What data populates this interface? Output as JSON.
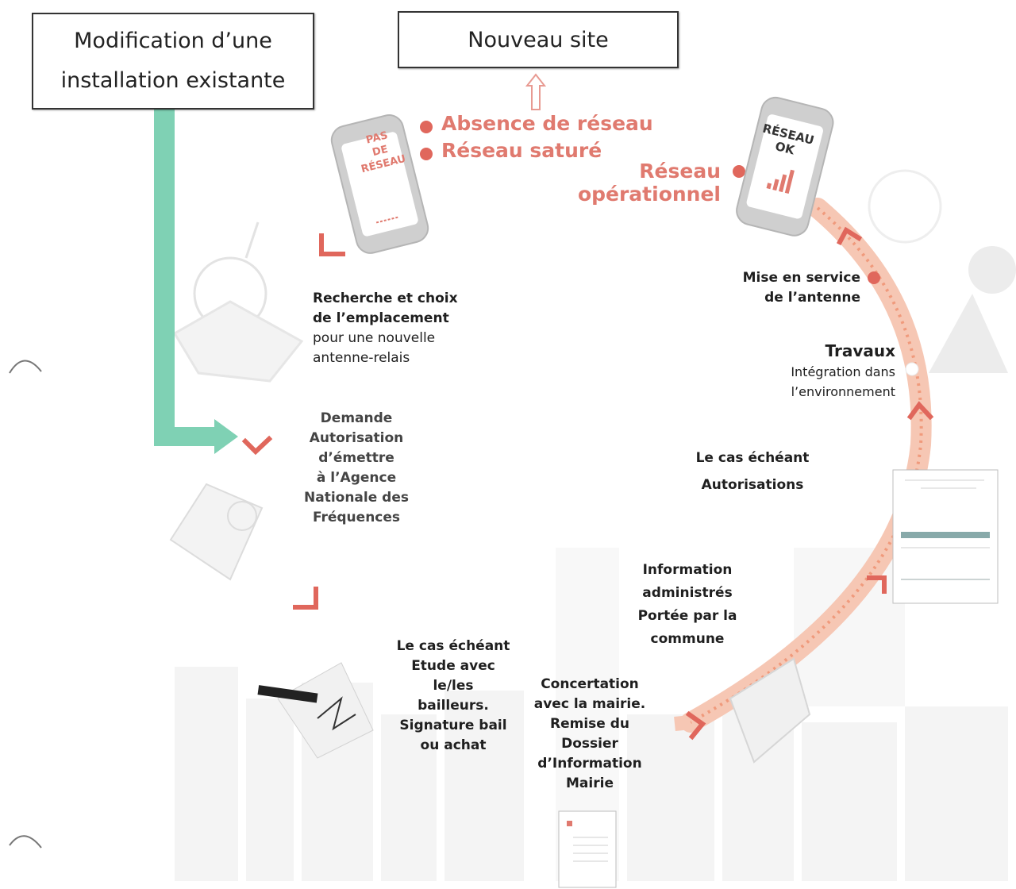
{
  "boxes": {
    "existing_line1": "Modification d’une",
    "existing_line2": "installation existante",
    "new_site": "Nouveau site"
  },
  "status": {
    "no_network": "Absence de réseau",
    "saturated": "Réseau saturé",
    "operational_line1": "Réseau",
    "operational_line2": "opérationnel"
  },
  "phones": {
    "left_line1": "PAS",
    "left_line2": "DE",
    "left_line3": "RÉSEAU",
    "right_line1": "RÉSEAU",
    "right_line2": "OK"
  },
  "steps": {
    "search_title1": "Recherche et choix",
    "search_title2": "de l’emplacement",
    "search_sub1": "pour une nouvelle",
    "search_sub2": "antenne-relais",
    "anfr1": "Demande",
    "anfr2": "Autorisation",
    "anfr3": "d’émettre",
    "anfr4": "à l’Agence",
    "anfr5": "Nationale des",
    "anfr6": "Fréquences",
    "lease1": "Le cas échéant",
    "lease2": "Etude avec",
    "lease3": "le/les",
    "lease4": "bailleurs.",
    "lease5": "Signature bail",
    "lease6": "ou achat",
    "concert1": "Concertation",
    "concert2": "avec la mairie.",
    "concert3": "Remise du",
    "concert4": "Dossier",
    "concert5": "d’Information",
    "concert6": "Mairie",
    "info1": "Information",
    "info2": "administrés",
    "info3": "Portée par la",
    "info4": "commune",
    "auth1": "Le cas échéant",
    "auth2": "Autorisations",
    "works_title": "Travaux",
    "works_sub1": "Intégration dans",
    "works_sub2": "l’environnement",
    "service1": "Mise en service",
    "service2": "de l’antenne"
  },
  "colors": {
    "accent": "#e07a6f",
    "green_arrow": "#7fd1b4",
    "chevron": "#e0675c",
    "phone_body": "#cfcfcf"
  }
}
